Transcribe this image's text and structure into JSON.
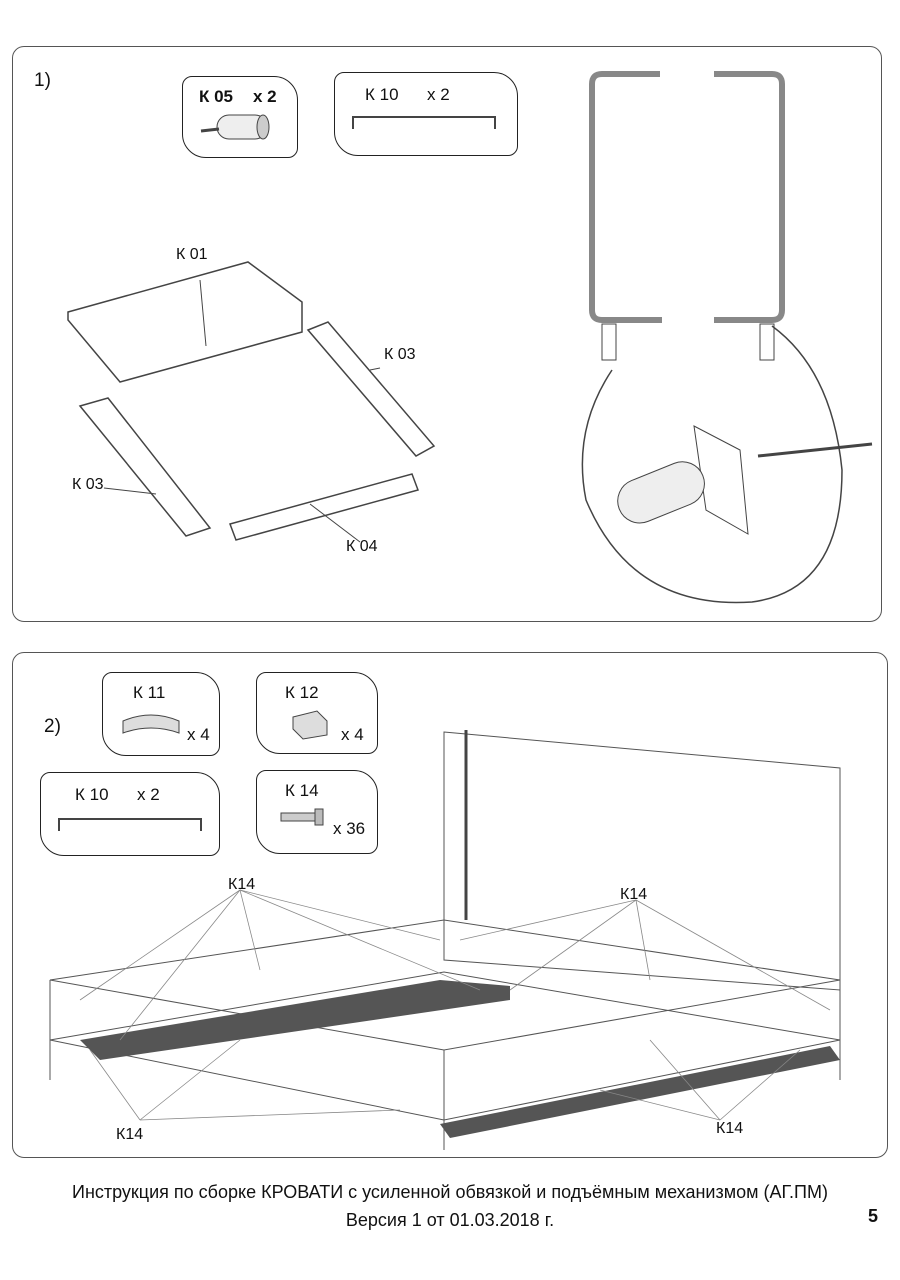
{
  "step1": {
    "number": "1",
    "part_k05": {
      "code": "К 05",
      "qty": "x 2"
    },
    "part_k10": {
      "code": "К 10",
      "qty": "x 2"
    },
    "callouts": {
      "k01": "К 01",
      "k03a": "К 03",
      "k03b": "К 03",
      "k04": "К 04"
    }
  },
  "step2": {
    "number": "2",
    "part_k11": {
      "code": "К 11",
      "qty": "x 4"
    },
    "part_k12": {
      "code": "К 12",
      "qty": "x 4"
    },
    "part_k10": {
      "code": "К 10",
      "qty": "x 2"
    },
    "part_k14": {
      "code": "К 14",
      "qty": "x 36"
    },
    "callouts": {
      "tl": "К14",
      "tr": "К14",
      "bl": "К14",
      "br": "К14"
    }
  },
  "footer": {
    "title": "Инструкция по сборке КРОВАТИ с усиленной обвязкой и подъёмным механизмом (АГ.ПМ)",
    "version": "Версия 1 от 01.03.2018 г.",
    "page": "5"
  }
}
